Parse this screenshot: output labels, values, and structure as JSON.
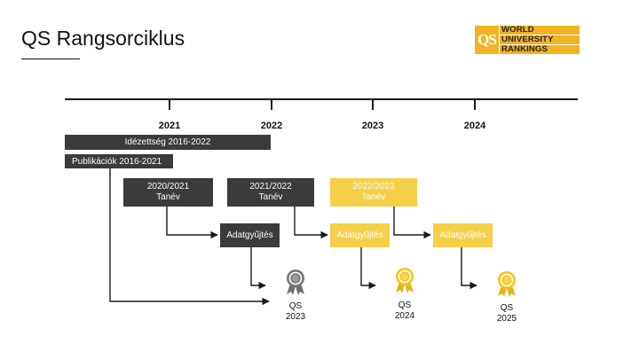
{
  "title": "QS Rangsorciklus",
  "logo": {
    "mark": "QS",
    "lines": [
      "WORLD",
      "UNIVERSITY",
      "RANKINGS"
    ]
  },
  "timeline": {
    "years": [
      "2021",
      "2022",
      "2023",
      "2024"
    ]
  },
  "bars": {
    "citations": "Idézettség 2016-2022",
    "publications": "Publikációk 2016-2021"
  },
  "academic_years": [
    {
      "year": "2020/2021",
      "label": "Tanév"
    },
    {
      "year": "2021/2022",
      "label": "Tanév"
    },
    {
      "year": "2022/2023",
      "label": "Tanév"
    }
  ],
  "data_collection": [
    "Adatgyűjtés",
    "Adatgyűjtés",
    "Adatgyűjtés"
  ],
  "rankings": [
    {
      "name": "QS",
      "year": "2023"
    },
    {
      "name": "QS",
      "year": "2024"
    },
    {
      "name": "QS",
      "year": "2025"
    }
  ],
  "colors": {
    "dark": "#3b3b3b",
    "yellow": "#f5cf47",
    "medal_gray": "#7a7a7a",
    "medal_gold": "#f3c623"
  }
}
